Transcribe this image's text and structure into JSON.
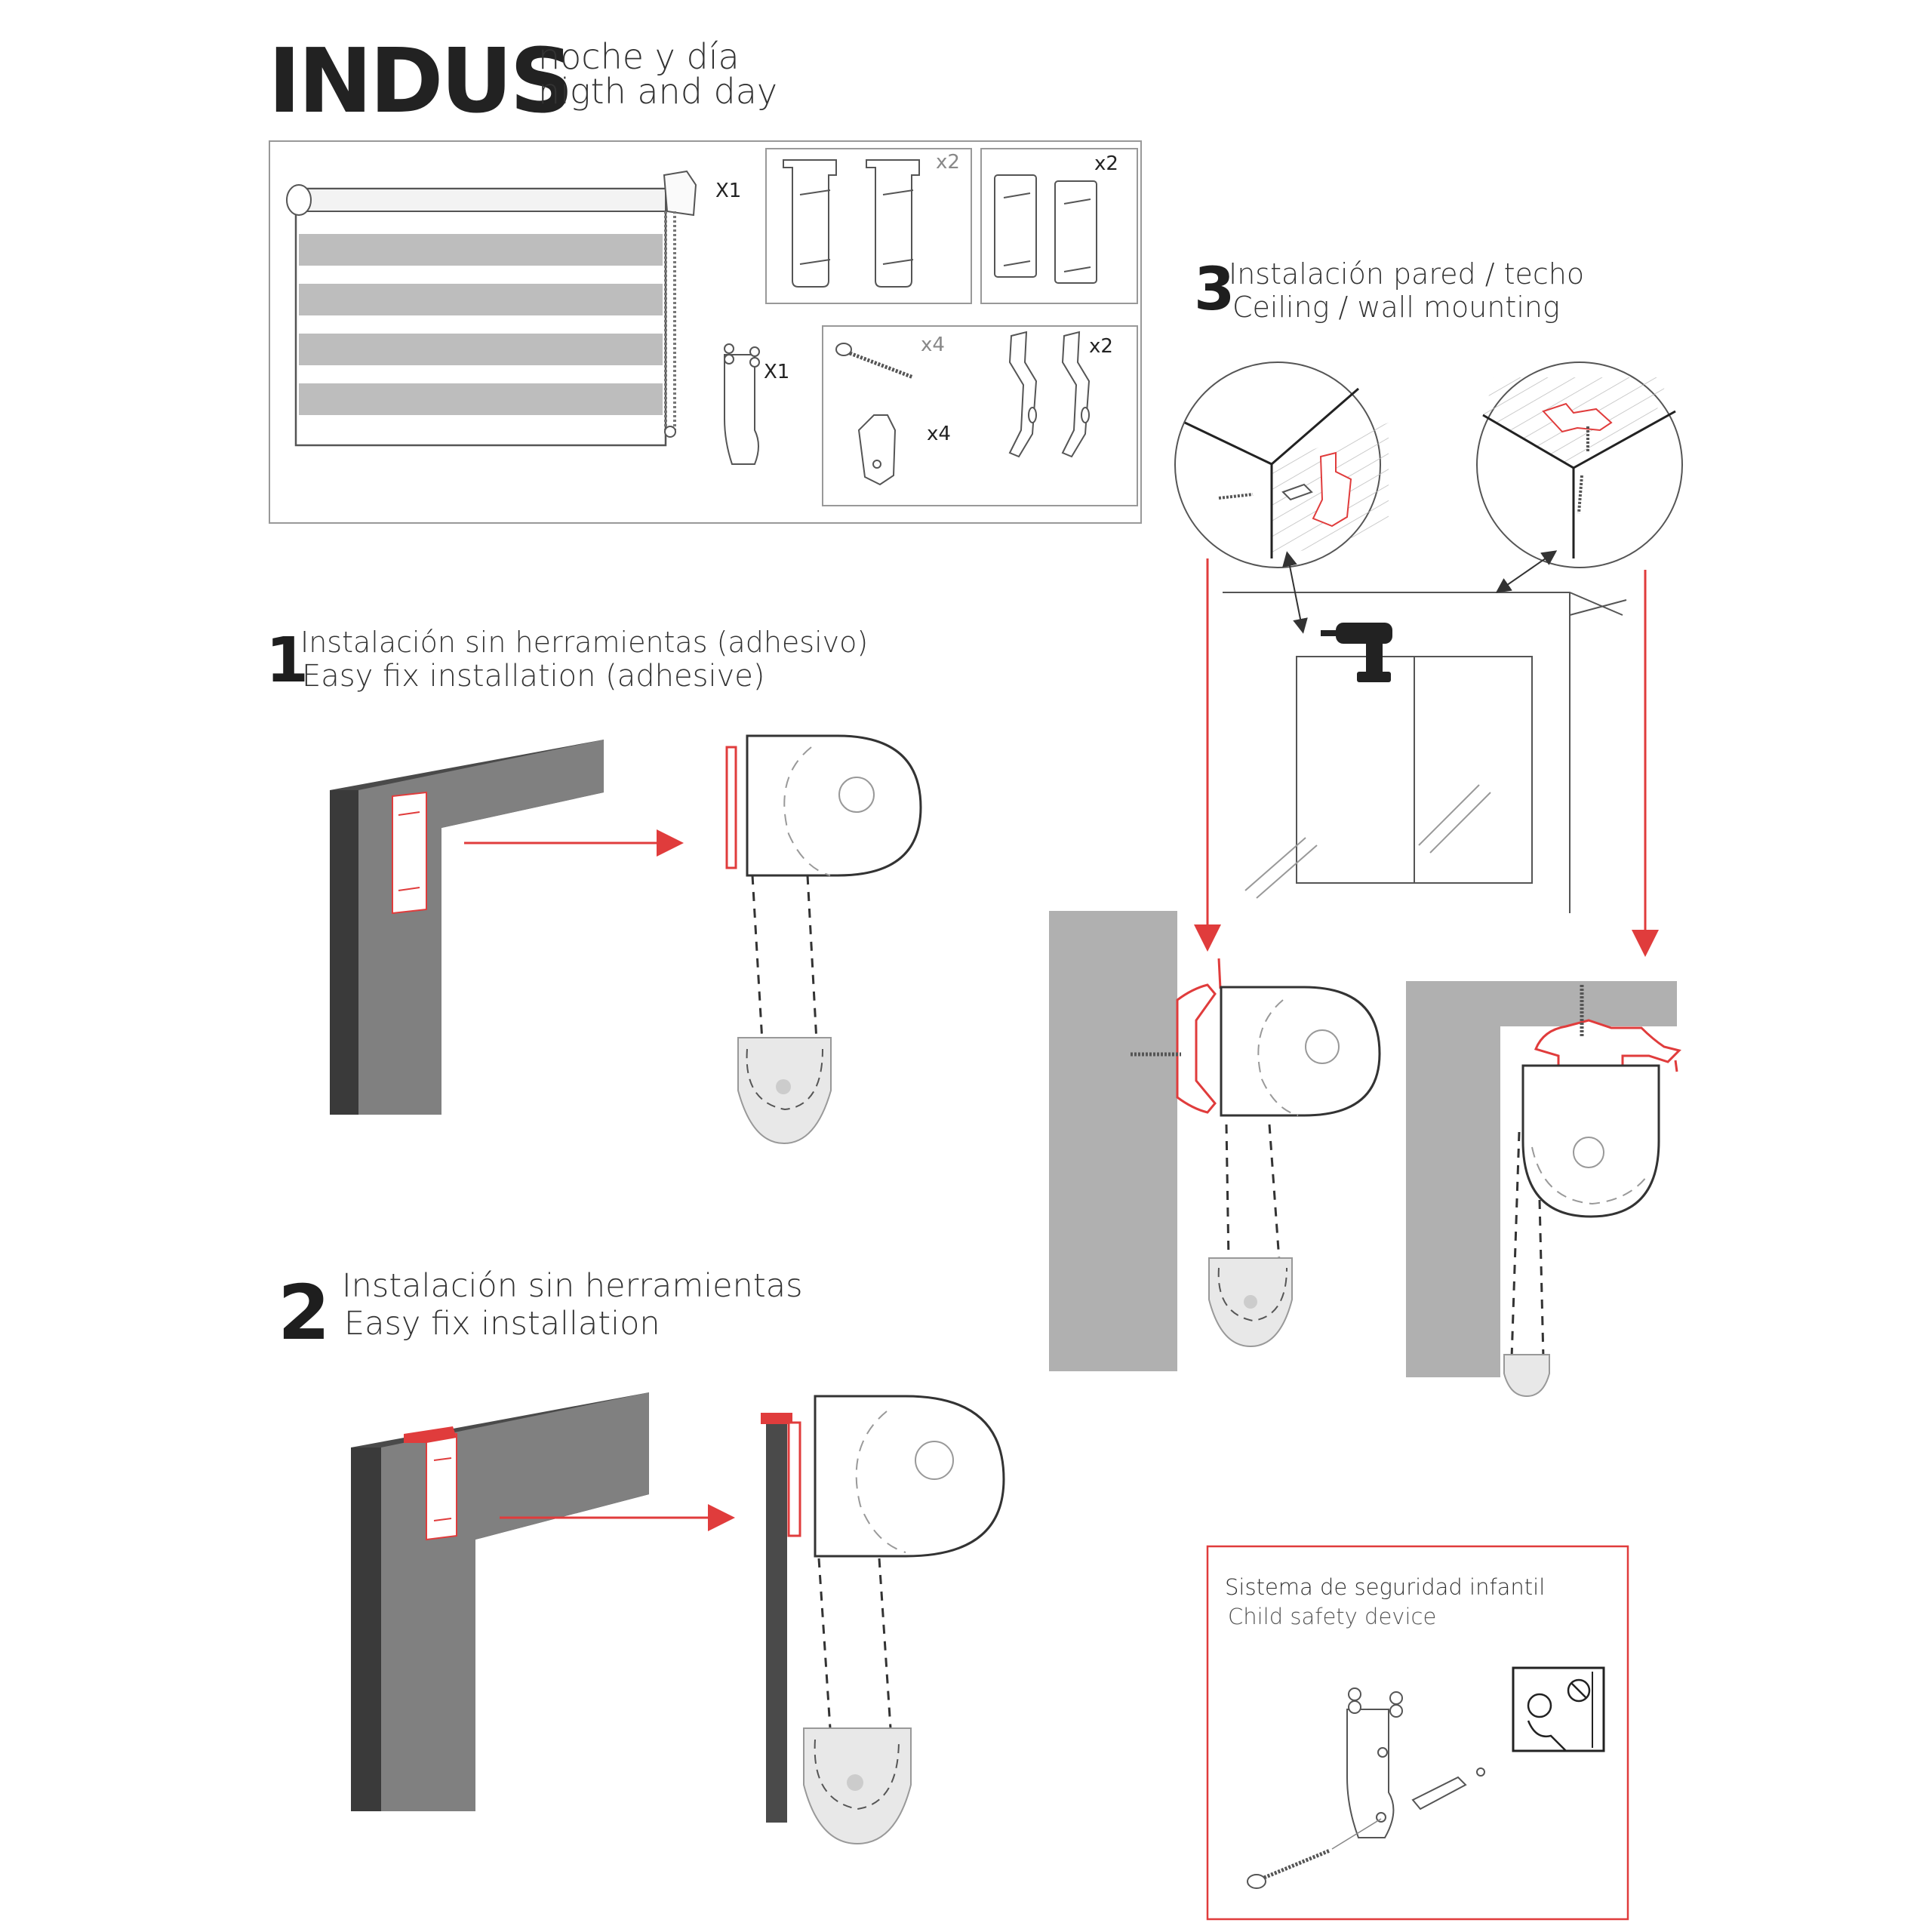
{
  "header": {
    "brand": "INDUS",
    "subtitle_es": "noche y día",
    "subtitle_en": "nigth and day"
  },
  "parts": {
    "blind_qty": "X1",
    "tensioner_qty": "X1",
    "clip_brackets_qty": "x2",
    "adhesive_plates_qty": "x2",
    "screws_qty": "x4",
    "plugs_qty": "x4",
    "metal_brackets_qty": "x2"
  },
  "steps": [
    {
      "number": "1",
      "title_es": "Instalación sin herramientas (adhesivo)",
      "title_en": "Easy fix installation (adhesive)"
    },
    {
      "number": "2",
      "title_es": "Instalación sin herramientas",
      "title_en": "Easy fix installation"
    },
    {
      "number": "3",
      "title_es": "Instalación pared / techo",
      "title_en": "Ceiling / wall mounting"
    }
  ],
  "safety": {
    "title_es": "Sistema de seguridad infantil",
    "title_en": "Child safety device"
  },
  "colors": {
    "accent_red": "#e03c3c",
    "dark_wall": "#4a4a4a",
    "mid_wall": "#808080",
    "light_wall": "#b0b0b0",
    "stripe": "#bdbdbd"
  }
}
